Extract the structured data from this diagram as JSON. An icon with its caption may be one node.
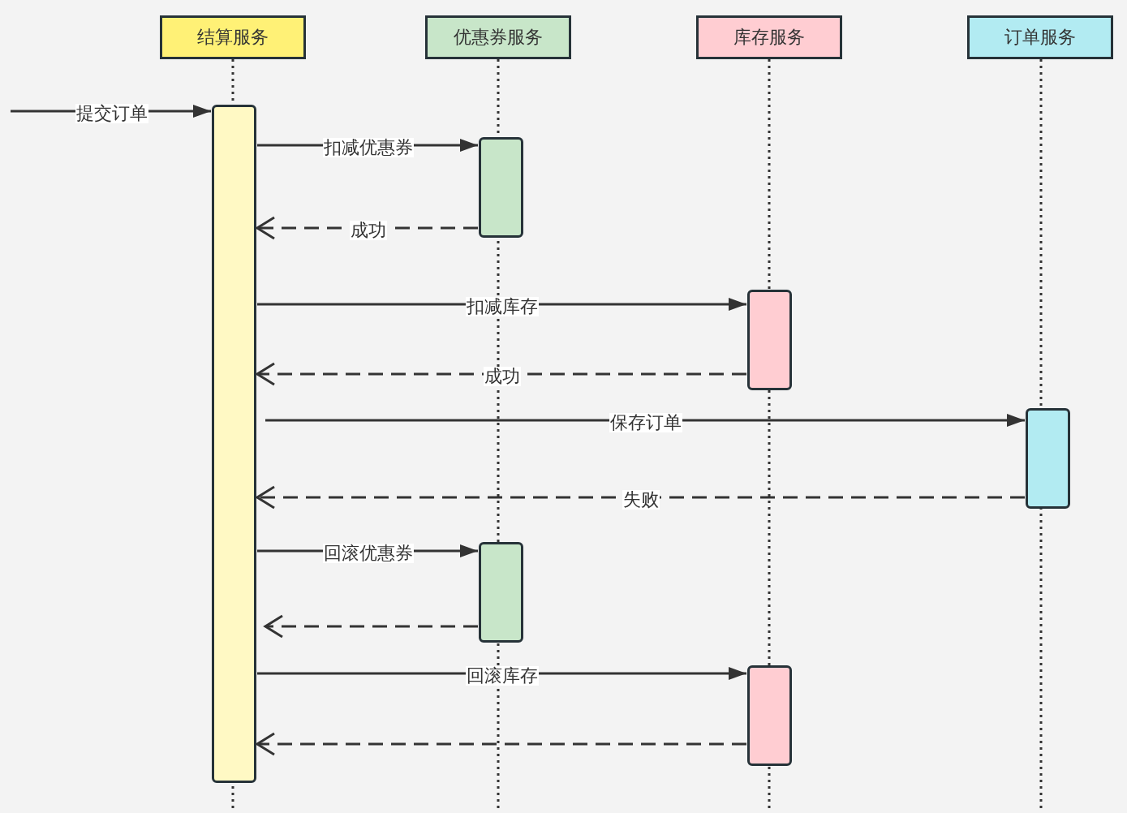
{
  "diagram": {
    "nodes": [
      {
        "text": [
          "结算服务"
        ]
      },
      {
        "text": [
          "优惠券服务"
        ]
      },
      {
        "text": [
          "库存服务"
        ]
      },
      {
        "text": [
          "订单服务"
        ]
      },
      {
        "text": [],
        "shape": "box"
      },
      {
        "text": [],
        "shape": "box"
      },
      {
        "text": [],
        "shape": "box"
      },
      {
        "text": [],
        "shape": "box"
      },
      {
        "text": [],
        "shape": "box"
      },
      {
        "text": [],
        "shape": "box"
      }
    ],
    "edges": [
      {
        "from": null,
        "to": 4,
        "arrow": "to",
        "label": "提交订单"
      },
      {
        "from": 4,
        "to": 5,
        "arrow": "to",
        "label": "扣减优惠券"
      },
      {
        "from": 5,
        "to": 4,
        "arrow": "to",
        "label": "成功",
        "style": "dashed"
      },
      {
        "from": 4,
        "to": 6,
        "arrow": "to",
        "label": "扣减库存"
      },
      {
        "from": 6,
        "to": 4,
        "arrow": "to",
        "label": "成功",
        "style": "dashed"
      },
      {
        "from": 4,
        "to": 7,
        "arrow": "to",
        "label": "保存订单"
      },
      {
        "from": 7,
        "to": 4,
        "arrow": "to",
        "label": "失败",
        "style": "dashed"
      },
      {
        "from": 4,
        "to": 8,
        "arrow": "to",
        "label": "回滚优惠券"
      },
      {
        "from": 8,
        "to": 4,
        "arrow": "to",
        "style": "dashed"
      },
      {
        "from": 4,
        "to": 9,
        "arrow": "to",
        "label": "回滚库存"
      },
      {
        "from": 9,
        "to": 4,
        "arrow": "to",
        "style": "dashed"
      }
    ]
  }
}
